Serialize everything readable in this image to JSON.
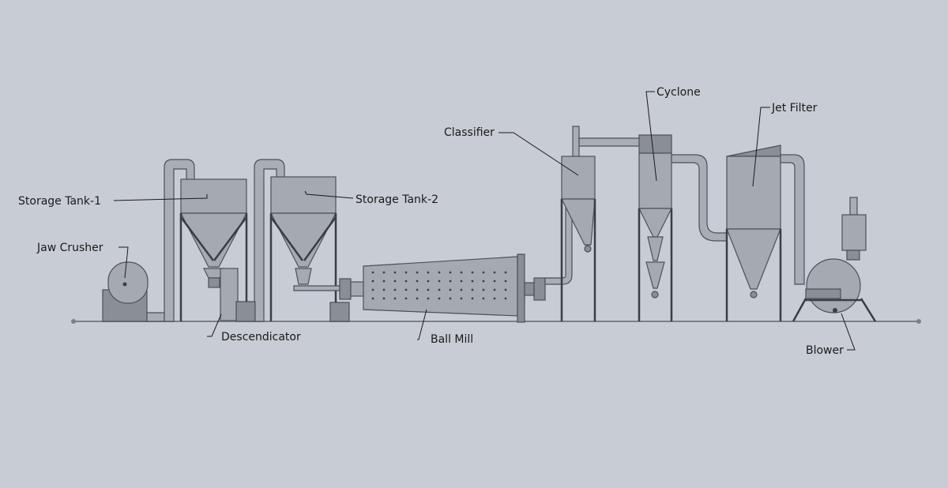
{
  "labels": {
    "jaw_crusher": "Jaw Crusher",
    "storage_tank_1": "Storage Tank-1",
    "storage_tank_2": "Storage Tank-2",
    "descendicator": "Descendicator",
    "ball_mill": "Ball Mill",
    "classifier": "Classifier",
    "cyclone": "Cyclone",
    "jet_filter": "Jet Filter",
    "blower": "Blower"
  },
  "colors": {
    "background": "#c8ccd4",
    "equipment": "#a5a9b2",
    "outline": "#4c5058"
  }
}
